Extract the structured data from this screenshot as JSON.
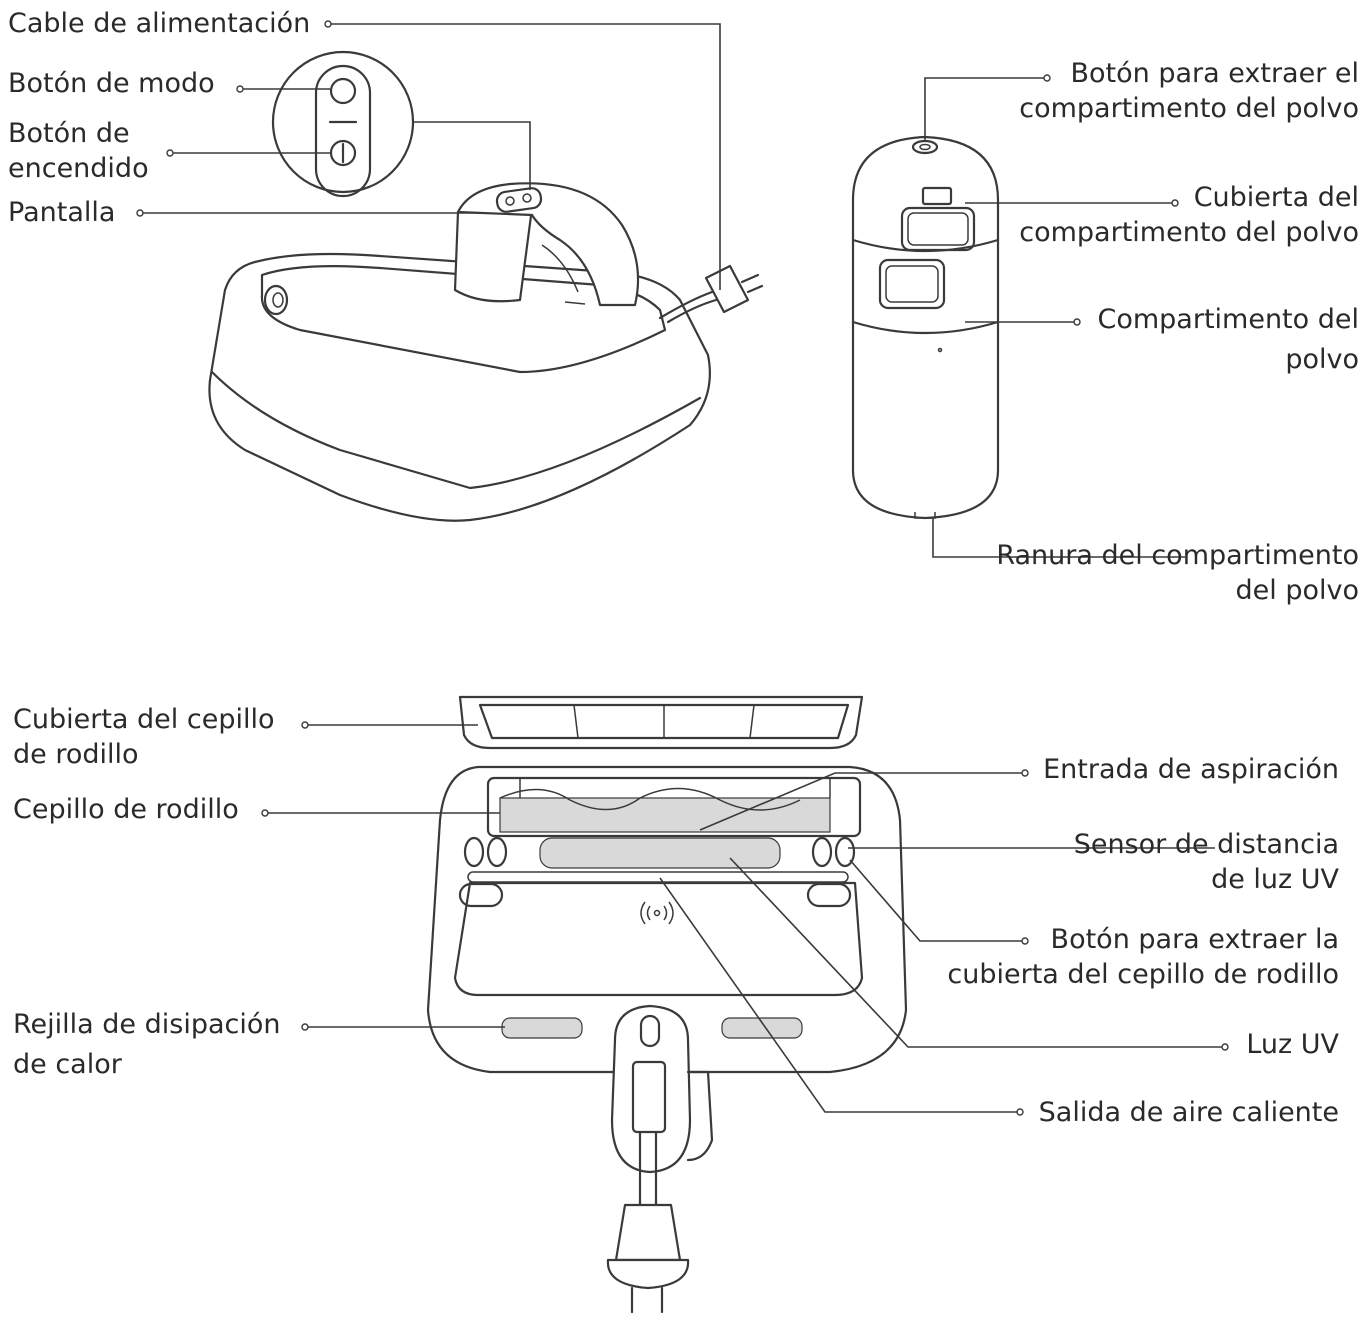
{
  "labels": {
    "cable": [
      "Cable de alimentación"
    ],
    "mode_button": [
      "Botón de modo"
    ],
    "power_button": [
      "Botón de",
      "encendido"
    ],
    "display": [
      "Pantalla"
    ],
    "dust_release_button": [
      "Botón para extraer el",
      "compartimento del polvo"
    ],
    "dust_cover": [
      "Cubierta del",
      "compartimento del polvo"
    ],
    "dust_compartment": [
      "Compartimento del",
      "polvo"
    ],
    "dust_slot": [
      "Ranura del compartimento",
      "del polvo"
    ],
    "brush_cover": [
      "Cubierta del cepillo",
      "de rodillo"
    ],
    "roller_brush": [
      "Cepillo de rodillo"
    ],
    "heat_grille": [
      "Rejilla de disipación",
      "de calor"
    ],
    "suction_inlet": [
      "Entrada de aspiración"
    ],
    "uv_sensor": [
      "Sensor de distancia",
      "de luz UV"
    ],
    "brush_release_button": [
      "Botón para extraer la",
      "cubierta del cepillo de rodillo"
    ],
    "uv_light": [
      "Luz UV"
    ],
    "hot_air_outlet": [
      "Salida de aire caliente"
    ]
  },
  "icons": {
    "mode": "mode-circle-icon",
    "power": "power-icon",
    "wireless": "wireless-indicator-icon"
  }
}
